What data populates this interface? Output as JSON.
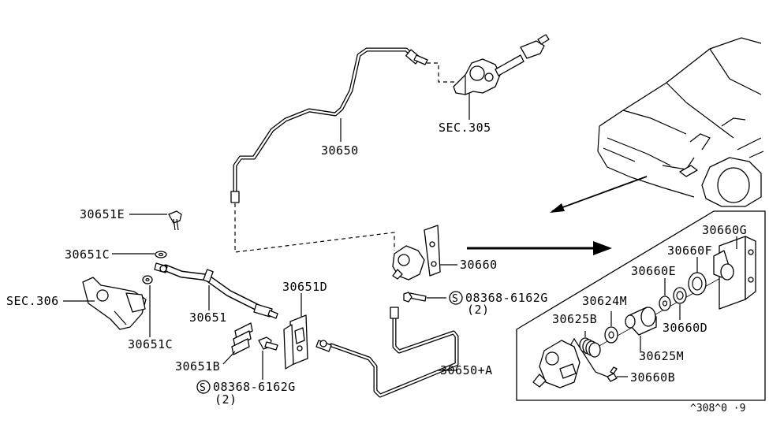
{
  "labels": {
    "sec305": "SEC.305",
    "p30650": "30650",
    "p30651E": "30651E",
    "p30651C_top": "30651C",
    "sec306": "SEC.306",
    "p30651": "30651",
    "p30651C_bottom": "30651C",
    "p30651D": "30651D",
    "p30651B": "30651B",
    "bolt_bottom": "08368-6162G",
    "bolt_bottom_qty": "(2)",
    "p30660": "30660",
    "bolt_right": "08368-6162G",
    "bolt_right_qty": "(2)",
    "p30650A": "30650+A",
    "p30660G": "30660G",
    "p30660F": "30660F",
    "p30660E": "30660E",
    "p30624M": "30624M",
    "p30625B": "30625B",
    "p30660D": "30660D",
    "p30625M": "30625M",
    "p30660B": "30660B",
    "bolt_symbol": "S",
    "diagram_code": "^308^0 ·9"
  }
}
